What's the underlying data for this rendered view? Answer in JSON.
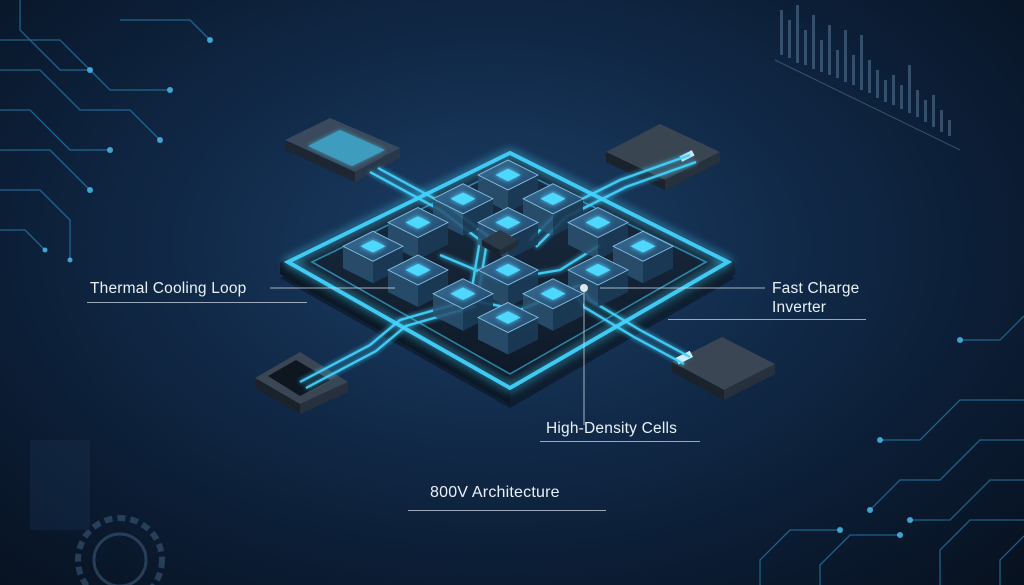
{
  "title": "800V Architecture",
  "callouts": {
    "thermal": "Thermal Cooling Loop",
    "inverter_line1": "Fast Charge",
    "inverter_line2": "Inverter",
    "cells": "High-Density Cells"
  },
  "colors": {
    "background": "#0b1c33",
    "glow": "#43d4ff",
    "module_top": "#2b5a80",
    "text": "#e9f1f8"
  }
}
